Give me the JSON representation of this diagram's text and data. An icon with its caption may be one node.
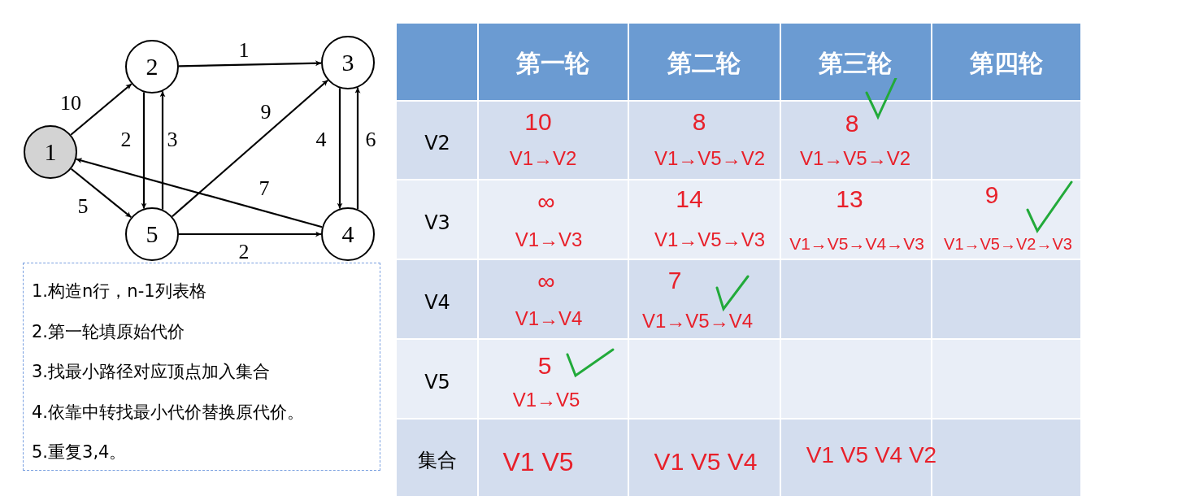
{
  "diagram": {
    "nodes": [
      {
        "text": [
          "1"
        ]
      },
      {
        "text": [
          "2"
        ]
      },
      {
        "text": [
          "3"
        ]
      },
      {
        "text": [
          "4"
        ]
      },
      {
        "text": [
          "5"
        ]
      },
      {
        "text": [
          "1.构造n行，n-1列表格",
          "2.第一轮填原始代价",
          "3.找最小路径对应顶点加入集合",
          "4.依靠中转找最小代价替换原代价。",
          "5.重复3,4。"
        ]
      }
    ],
    "edges": [
      {
        "from": 0,
        "to": 1,
        "arrow": "to",
        "label": "10"
      },
      {
        "from": 1,
        "to": 2,
        "arrow": "to",
        "label": "1"
      },
      {
        "from": 1,
        "to": 4,
        "arrow": "to",
        "label": "2"
      },
      {
        "from": 4,
        "to": 1,
        "arrow": "to",
        "label": "3"
      },
      {
        "from": 4,
        "to": 2,
        "arrow": "to",
        "label": "9"
      },
      {
        "from": 2,
        "to": 3,
        "arrow": "to",
        "label": "4"
      },
      {
        "from": 3,
        "to": 2,
        "arrow": "to",
        "label": "6"
      },
      {
        "from": 3,
        "to": 0,
        "arrow": "to",
        "label": "7"
      },
      {
        "from": 0,
        "to": 4,
        "arrow": "to",
        "label": "5"
      },
      {
        "from": 4,
        "to": 3,
        "arrow": "to",
        "label": "2"
      }
    ],
    "labels": [
      "第一轮",
      "第二轮",
      "第三轮",
      "第四轮",
      "V2",
      "10",
      "V1→V2",
      "8",
      "V1→V5→V2",
      "8",
      "V1→V5→V2",
      "V3",
      "∞",
      "V1→V3",
      "14",
      "V1→V5→V3",
      "13",
      "V1→V5→V4→V3",
      "9",
      "V1→V5→V2→V3",
      "V4",
      "∞",
      "V1→V4",
      "7",
      "V1→V5→V4",
      "V5",
      "5",
      "V1→V5",
      "集合",
      "V1 V5",
      "V1 V5 V4",
      "V1 V5 V4 V2"
    ]
  }
}
